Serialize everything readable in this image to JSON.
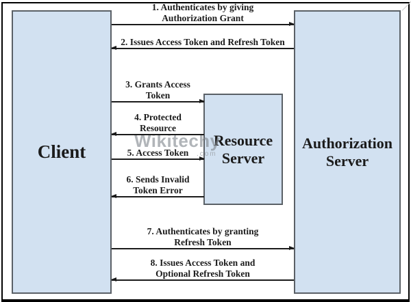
{
  "diagram": {
    "type": "sequence-flow",
    "boxes": {
      "client": {
        "label": "Client"
      },
      "resource_server": {
        "label": "Resource\nServer"
      },
      "authorization_server": {
        "label": "Authorization\nServer"
      }
    },
    "arrows": [
      {
        "num": 1,
        "label": "1. Authenticates by giving\nAuthorization Grant",
        "direction": "right",
        "from": "client",
        "to": "authorization_server"
      },
      {
        "num": 2,
        "label": "2. Issues Access Token and Refresh Token",
        "direction": "left",
        "from": "authorization_server",
        "to": "client"
      },
      {
        "num": 3,
        "label": "3. Grants Access\nToken",
        "direction": "right",
        "from": "client",
        "to": "resource_server"
      },
      {
        "num": 4,
        "label": "4. Protected\nResource",
        "direction": "left",
        "from": "resource_server",
        "to": "client"
      },
      {
        "num": 5,
        "label": "5. Access Token",
        "direction": "right",
        "from": "client",
        "to": "resource_server"
      },
      {
        "num": 6,
        "label": "6. Sends Invalid\nToken Error",
        "direction": "left",
        "from": "resource_server",
        "to": "client"
      },
      {
        "num": 7,
        "label": "7. Authenticates by granting\nRefresh Token",
        "direction": "right",
        "from": "client",
        "to": "authorization_server"
      },
      {
        "num": 8,
        "label": "8. Issues Access Token and\nOptional Refresh Token",
        "direction": "left",
        "from": "authorization_server",
        "to": "client"
      }
    ],
    "watermark": {
      "text": "Wikitechy",
      "suffix": ".com"
    },
    "colors": {
      "box_fill": "#d2e1f1",
      "box_border": "#5a6066",
      "line_color": "#1a1a1a",
      "frame_color": "#000000",
      "background": "#ffffff"
    }
  }
}
